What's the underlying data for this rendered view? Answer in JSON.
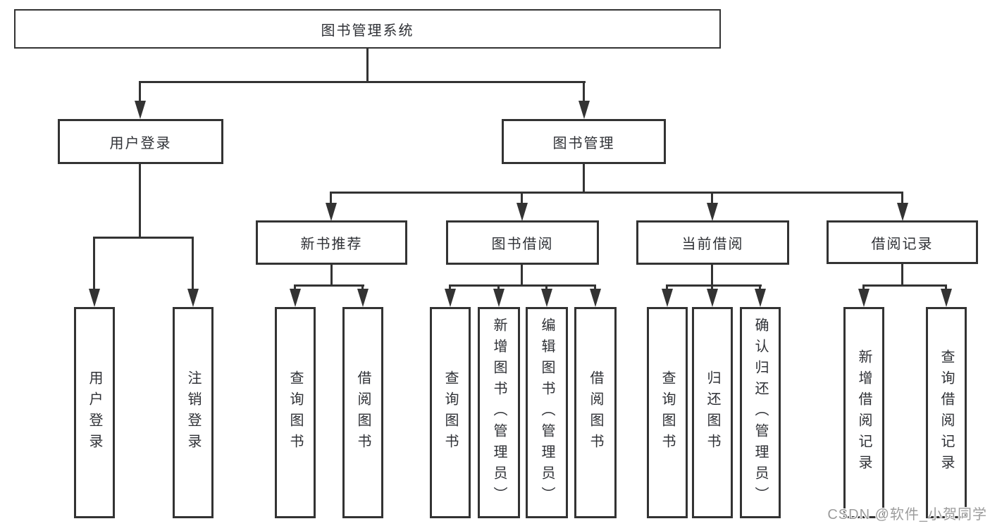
{
  "diagram": {
    "title_node": {
      "label": "图书管理系统"
    },
    "level2": [
      {
        "label": "用户登录"
      },
      {
        "label": "图书管理"
      }
    ],
    "level3": [
      {
        "label": "新书推荐"
      },
      {
        "label": "图书借阅"
      },
      {
        "label": "当前借阅"
      },
      {
        "label": "借阅记录"
      }
    ],
    "leaves": [
      {
        "label": "用户登录"
      },
      {
        "label": "注销登录"
      },
      {
        "label": "查询图书"
      },
      {
        "label": "借阅图书"
      },
      {
        "label": "查询图书"
      },
      {
        "label": "新增图书（管理员）"
      },
      {
        "label": "编辑图书（管理员）"
      },
      {
        "label": "借阅图书"
      },
      {
        "label": "查询图书"
      },
      {
        "label": "归还图书"
      },
      {
        "label": "确认归还（管理员）"
      },
      {
        "label": "新增借阅记录"
      },
      {
        "label": "查询借阅记录"
      }
    ]
  },
  "watermark": {
    "text": "CSDN @软件_小贺同学"
  },
  "colors": {
    "line": "#333333",
    "text": "#2f3136",
    "watermark": "#9c9c9c",
    "background": "#ffffff"
  }
}
